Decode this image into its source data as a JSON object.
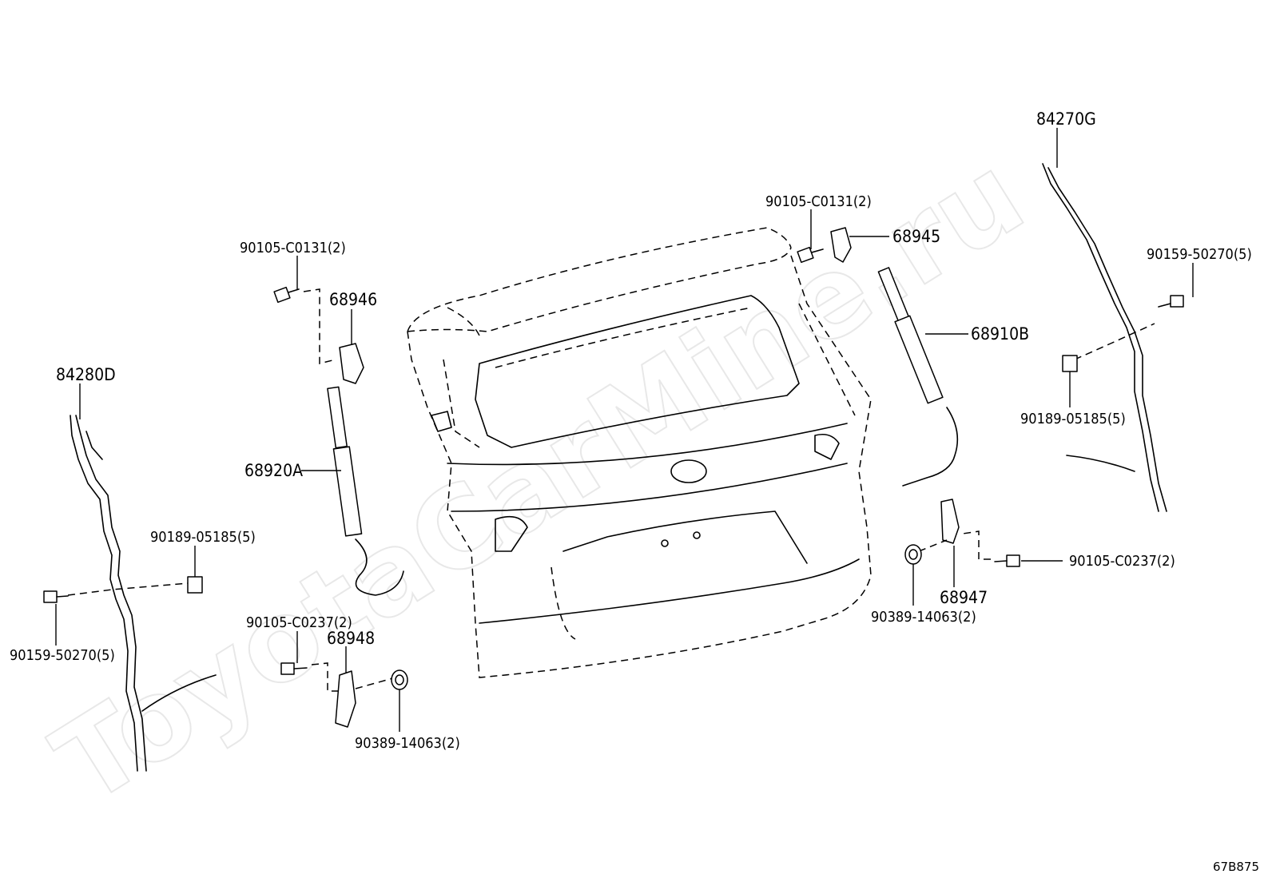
{
  "watermark": "ToyotaCarMine.ru",
  "diagram_code": "67B875",
  "labels": {
    "p84280D": "84280D",
    "p84270G": "84270G",
    "p90105_C0131_left": "90105-C0131(2)",
    "p90105_C0131_right": "90105-C0131(2)",
    "p68946": "68946",
    "p68945": "68945",
    "p68920A": "68920A",
    "p68910B": "68910B",
    "p90159_50270_left": "90159-50270(5)",
    "p90159_50270_right": "90159-50270(5)",
    "p90189_05185_left": "90189-05185(5)",
    "p90189_05185_right": "90189-05185(5)",
    "p90105_C0237_left": "90105-C0237(2)",
    "p90105_C0237_right": "90105-C0237(2)",
    "p68948": "68948",
    "p68947": "68947",
    "p90389_14063_left": "90389-14063(2)",
    "p90389_14063_right": "90389-14063(2)"
  }
}
